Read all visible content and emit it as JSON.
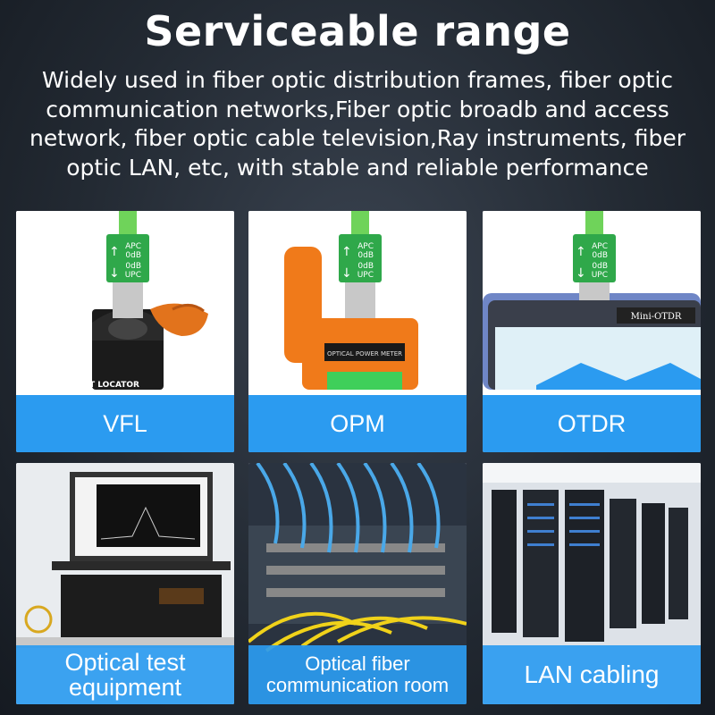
{
  "title": "Serviceable range",
  "subtitle": "Widely used in fiber optic distribution frames, fiber optic communication networks,Fiber optic broadb and access network, fiber optic cable television,Ray instruments, fiber optic LAN, etc,  with stable and reliable performance",
  "cards": [
    {
      "label": "VFL",
      "device_text": "T LOCATOR"
    },
    {
      "label": "OPM",
      "device_text": "OPTICAL POWER METER"
    },
    {
      "label": "OTDR",
      "device_text": "Mini-OTDR"
    },
    {
      "label": "Optical test equipment"
    },
    {
      "label": "Optical fiber communication room"
    },
    {
      "label": "LAN cabling"
    }
  ],
  "adapter": {
    "top_line1": "APC",
    "top_line2": "0dB",
    "bottom_line1": "UPC",
    "bottom_line2": "0dB"
  },
  "colors": {
    "accent": "#2b9bf0",
    "adapter_green": "#2fa84a",
    "opm_orange": "#f07a1a"
  }
}
